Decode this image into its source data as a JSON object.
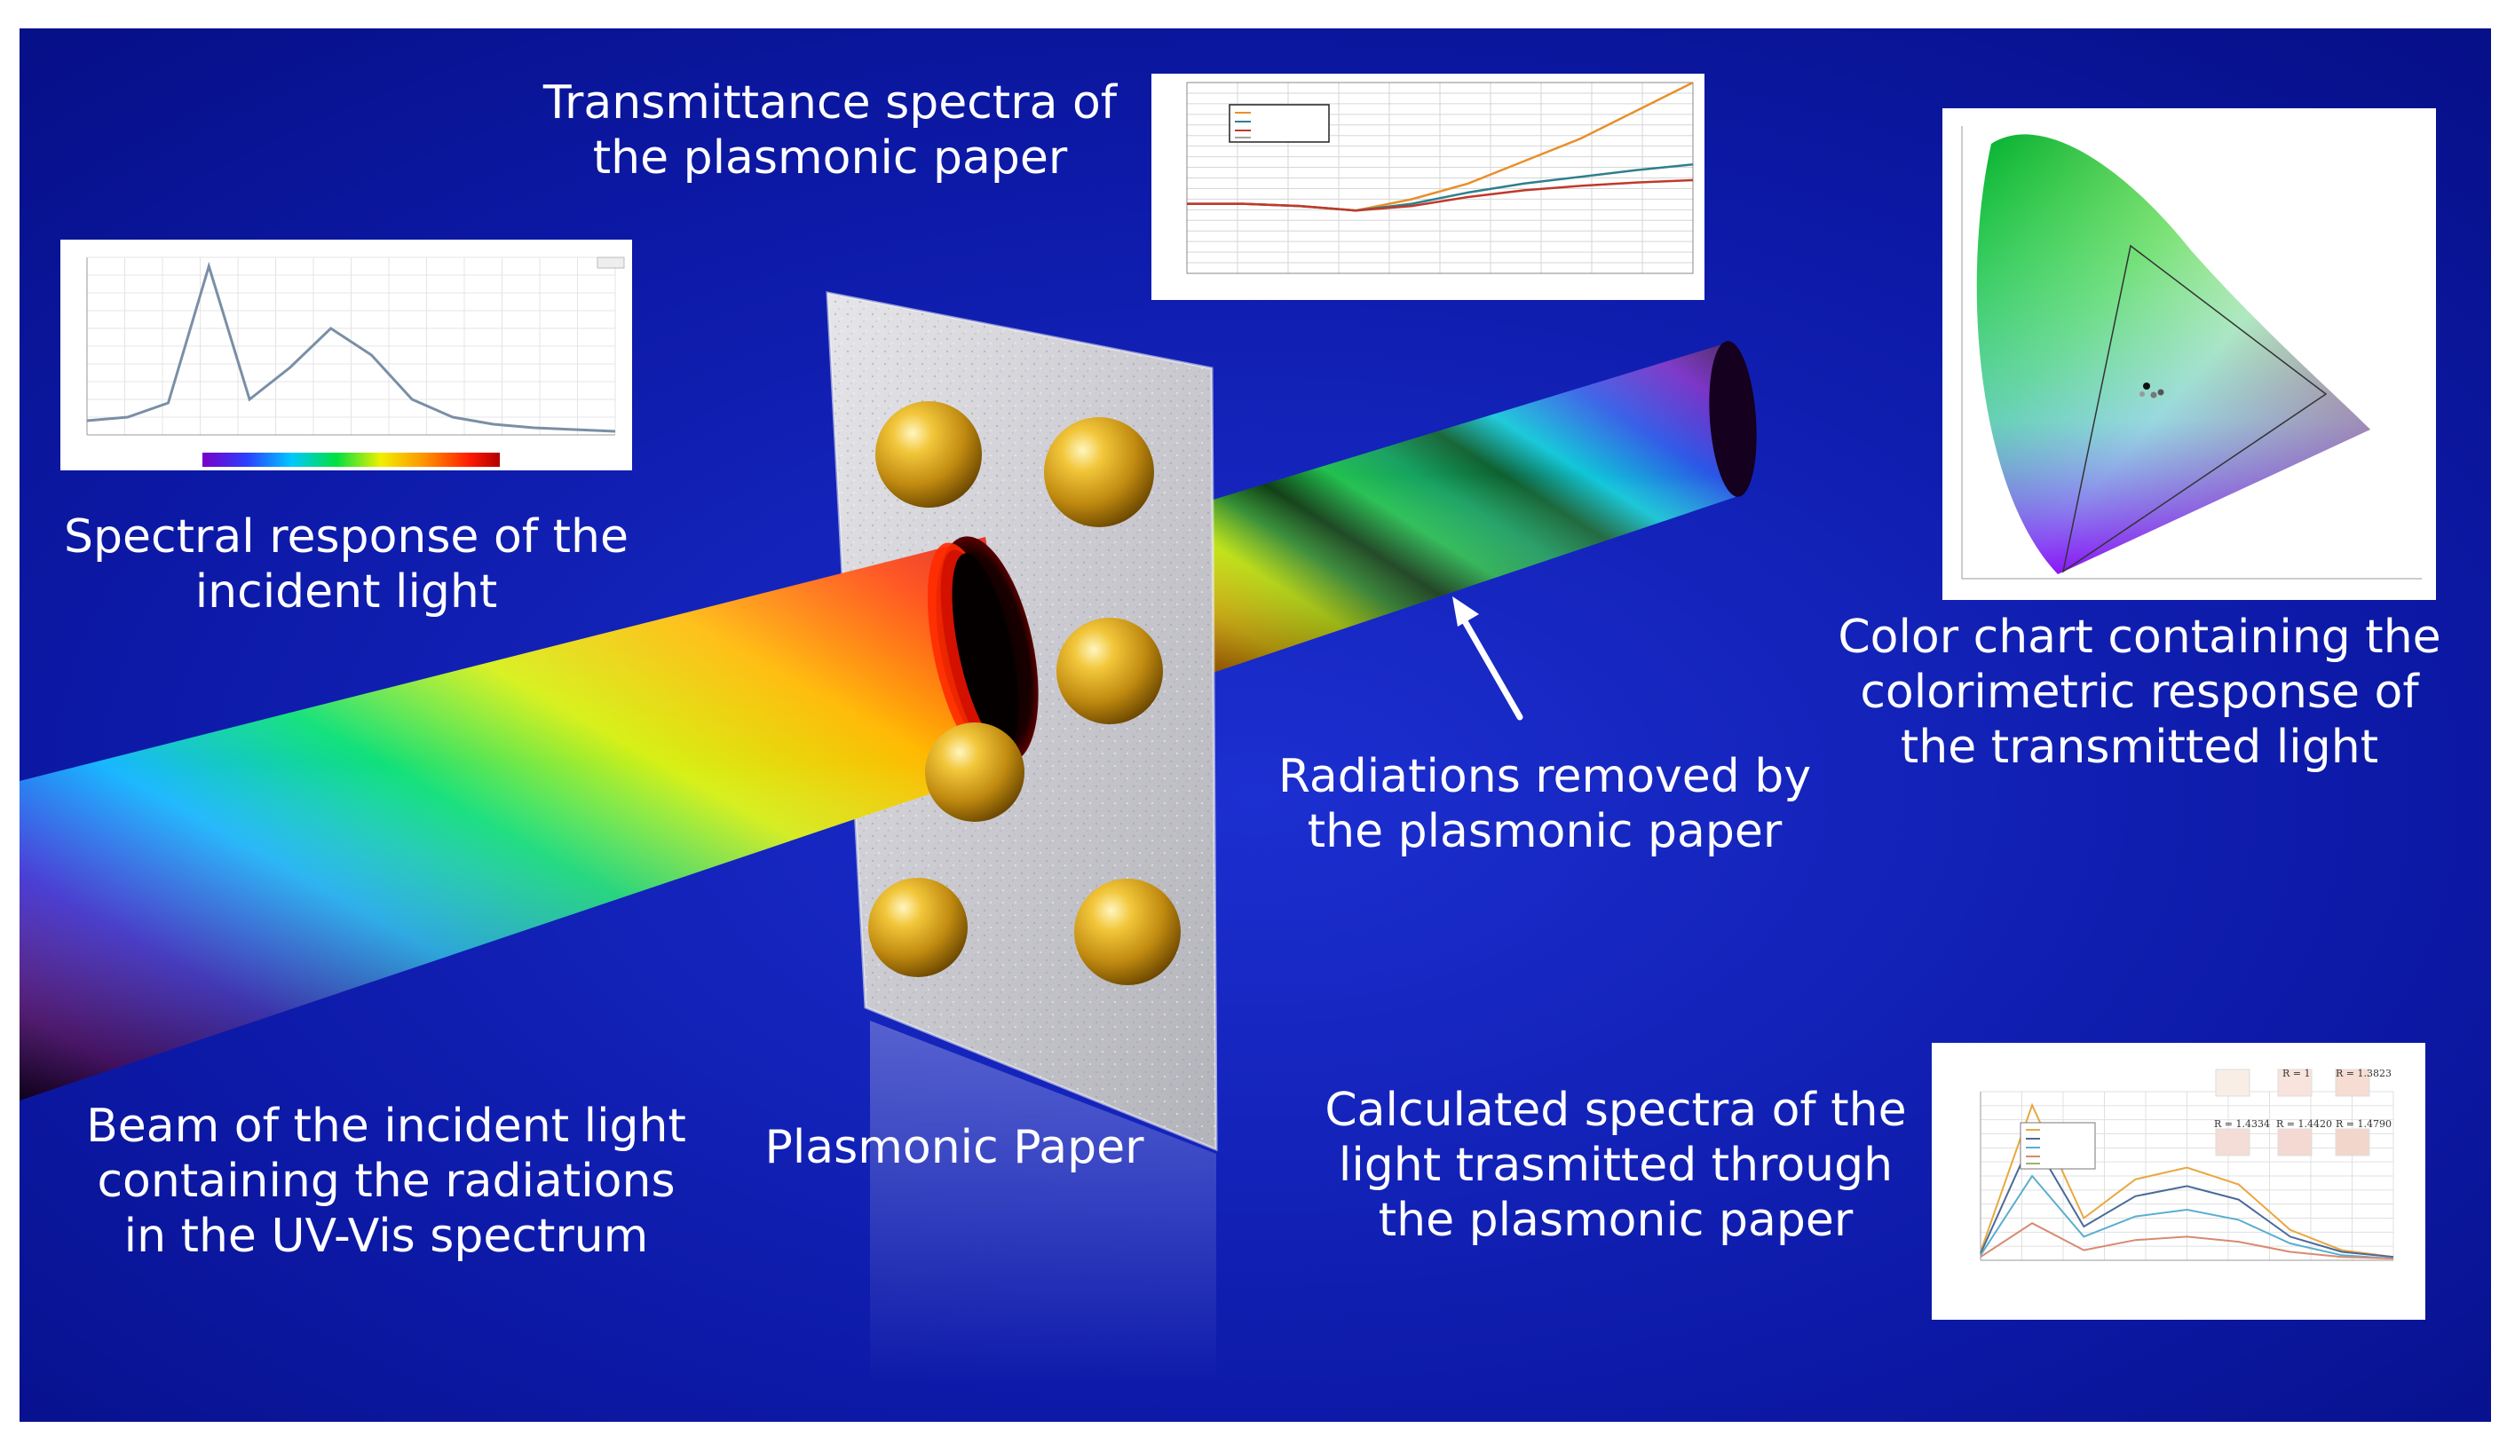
{
  "labels": {
    "transmittance": [
      "Transmittance spectra of",
      "the plasmonic paper"
    ],
    "spectral_response": [
      "Spectral response of the",
      "incident light"
    ],
    "color_chart": [
      "Color chart containing the",
      "colorimetric response of",
      "the transmitted light"
    ],
    "radiations_removed": [
      "Radiations removed by",
      "the plasmonic paper"
    ],
    "calculated_spectra": [
      "Calculated spectra of the",
      "light trasmitted through",
      "the plasmonic paper"
    ],
    "beam": [
      "Beam of the incident light",
      "containing the radiations",
      "in the UV-Vis spectrum"
    ],
    "plasmonic_paper": "Plasmonic Paper"
  },
  "calc_panel": {
    "r_values": [
      "R = 1",
      "R = 1.3823",
      "R = 1.4334",
      "R = 1.4420",
      "R = 1.4790"
    ]
  },
  "colors": {
    "background": "#0a1496",
    "frame": "#ffffff",
    "gold": "#d4a21a",
    "series_orange": "#e8902a",
    "series_teal": "#2f7f8c",
    "series_red": "#c0392b"
  },
  "chart_data": [
    {
      "type": "line",
      "title": "",
      "series": [
        {
          "values": [
            0.08,
            0.1,
            0.18,
            0.95,
            0.2,
            0.38,
            0.6,
            0.45,
            0.2,
            0.1,
            0.06,
            0.04,
            0.03,
            0.02
          ]
        }
      ],
      "x": [
        0,
        1,
        2,
        3,
        4,
        5,
        6,
        7,
        8,
        9,
        10,
        11,
        12,
        13
      ],
      "grid": true
    },
    {
      "type": "line",
      "title": "",
      "series": [
        {
          "values": [
            0.62,
            0.62,
            0.6,
            0.56,
            0.66,
            0.8,
            1.0,
            1.2,
            1.45,
            1.7
          ]
        },
        {
          "values": [
            0.62,
            0.62,
            0.6,
            0.56,
            0.62,
            0.72,
            0.8,
            0.86,
            0.92,
            0.97
          ]
        },
        {
          "values": [
            0.62,
            0.62,
            0.6,
            0.56,
            0.6,
            0.68,
            0.74,
            0.78,
            0.81,
            0.83
          ]
        }
      ],
      "x": [
        0,
        1,
        2,
        3,
        4,
        5,
        6,
        7,
        8,
        9
      ],
      "grid": true
    },
    {
      "type": "line",
      "title": "",
      "series": [
        {
          "values": [
            0.05,
            0.92,
            0.25,
            0.48,
            0.55,
            0.45,
            0.18,
            0.06,
            0.02
          ]
        },
        {
          "values": [
            0.04,
            0.72,
            0.2,
            0.38,
            0.44,
            0.36,
            0.14,
            0.05,
            0.02
          ]
        },
        {
          "values": [
            0.03,
            0.5,
            0.14,
            0.26,
            0.3,
            0.24,
            0.1,
            0.03,
            0.01
          ]
        },
        {
          "values": [
            0.02,
            0.22,
            0.06,
            0.12,
            0.14,
            0.11,
            0.05,
            0.02,
            0.01
          ]
        }
      ],
      "x": [
        0,
        1,
        2,
        3,
        4,
        5,
        6,
        7,
        8
      ],
      "grid": true
    }
  ]
}
